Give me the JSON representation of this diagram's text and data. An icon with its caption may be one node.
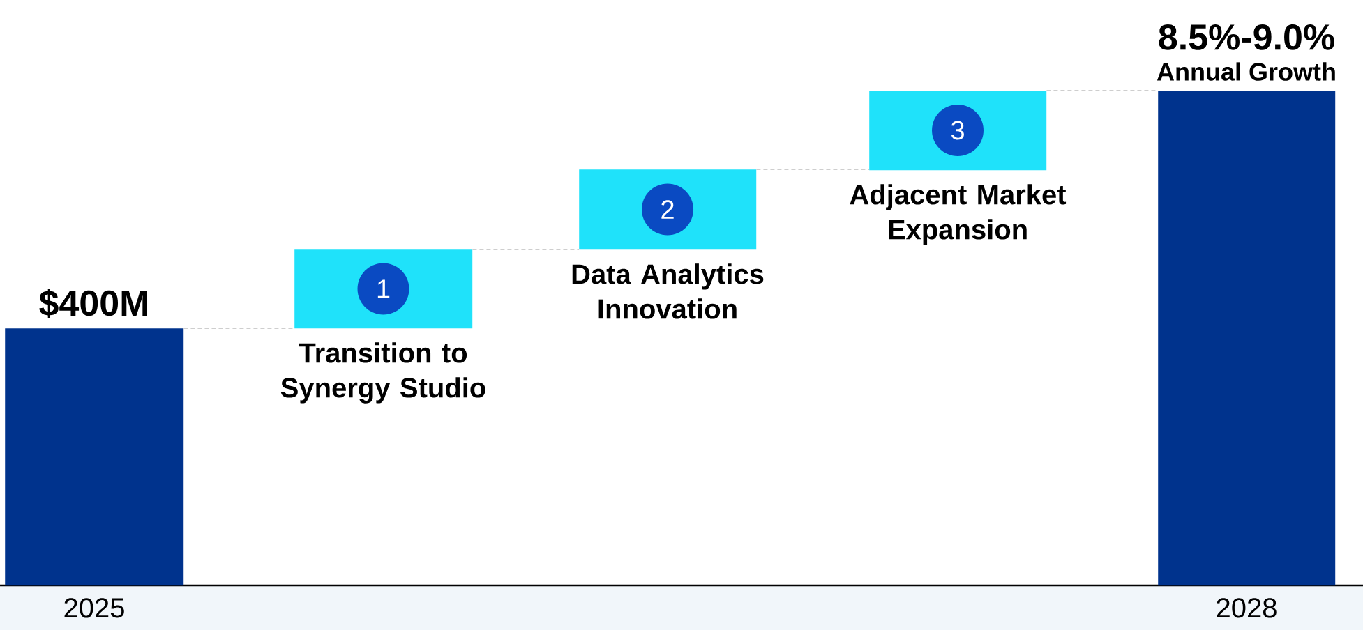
{
  "diagram": {
    "nodes": [
      {
        "text": [
          "$400M"
        ],
        "beside": [
          "2025"
        ]
      },
      {
        "text": [
          "1",
          "Transition to Synergy Studio"
        ]
      },
      {
        "text": [
          "2",
          "Data Analytics Innovation"
        ]
      },
      {
        "text": [
          "3",
          "Adjacent Market Expansion"
        ]
      },
      {
        "text": [
          "8.5%-9.0%",
          "Annual Growth"
        ],
        "beside": [
          "2028"
        ]
      }
    ],
    "edges": [
      {
        "from": 0,
        "to": 1,
        "arrow": "none",
        "style": "dashed"
      },
      {
        "from": 1,
        "to": 2,
        "arrow": "none",
        "style": "dashed"
      },
      {
        "from": 2,
        "to": 3,
        "arrow": "none",
        "style": "dashed"
      },
      {
        "from": 3,
        "to": 4,
        "arrow": "none",
        "style": "dashed"
      }
    ]
  }
}
